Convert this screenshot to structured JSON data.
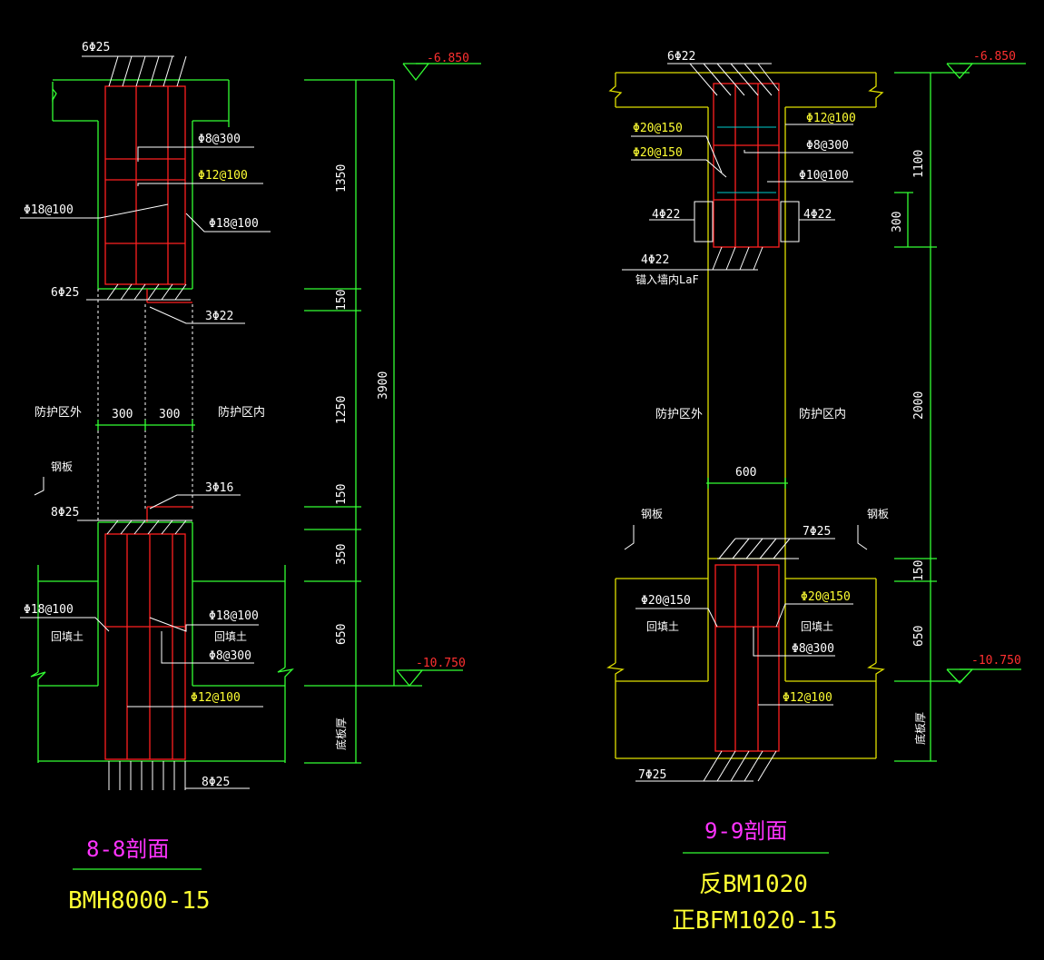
{
  "left_section": {
    "title": "8-8剖面",
    "subtitle": "BMH8000-15",
    "elev_top": "-6.850",
    "elev_bottom": "-10.750",
    "dims": [
      "1350",
      "150",
      "1250",
      "150",
      "350",
      "650"
    ],
    "total_dim": "3900",
    "width_dims": [
      "300",
      "300"
    ],
    "rebar": {
      "top_bars": "6Φ25",
      "stirrup_top": "Φ8@300",
      "horiz_top": "Φ12@100",
      "vert_left_top": "Φ18@100",
      "vert_right_top": "Φ18@100",
      "bars_mid_top": "6Φ25",
      "bars_3_top": "3Φ22",
      "bars_3_bottom": "3Φ16",
      "bars_mid_bottom": "8Φ25",
      "vert_left_bottom": "Φ18@100",
      "vert_right_bottom": "Φ18@100",
      "stirrup_bottom": "Φ8@300",
      "horiz_bottom": "Φ12@100",
      "bottom_bars": "8Φ25"
    },
    "labels": {
      "outside": "防护区外",
      "inside": "防护区内",
      "steel_plate": "钢板",
      "backfill_left": "回填土",
      "backfill_right": "回填土",
      "floor": "底板厚"
    }
  },
  "right_section": {
    "title": "9-9剖面",
    "subtitle_1": "反BM1020",
    "subtitle_2": "正BFM1020-15",
    "elev_top": "-6.850",
    "elev_bottom": "-10.750",
    "dims": [
      "1100",
      "300",
      "2000",
      "150",
      "650"
    ],
    "width_dim": "600",
    "rebar": {
      "top_bars": "6Φ22",
      "left_1": "Φ20@150",
      "left_2": "Φ20@150",
      "right_1": "Φ12@100",
      "right_2": "Φ8@300",
      "right_3": "Φ10@100",
      "lintel_left": "4Φ22",
      "lintel_right": "4Φ22",
      "anchor_bars": "4Φ22",
      "anchor_note": "锚入墙内LaF",
      "sill_bars": "7Φ25",
      "lower_left": "Φ20@150",
      "lower_right": "Φ20@150",
      "lower_stirrup": "Φ8@300",
      "lower_horiz": "Φ12@100",
      "bottom_bars": "7Φ25"
    },
    "labels": {
      "outside": "防护区外",
      "inside": "防护区内",
      "steel_plate_left": "钢板",
      "steel_plate_right": "钢板",
      "backfill_left": "回填土",
      "backfill_right": "回填土",
      "floor": "底板厚"
    }
  }
}
